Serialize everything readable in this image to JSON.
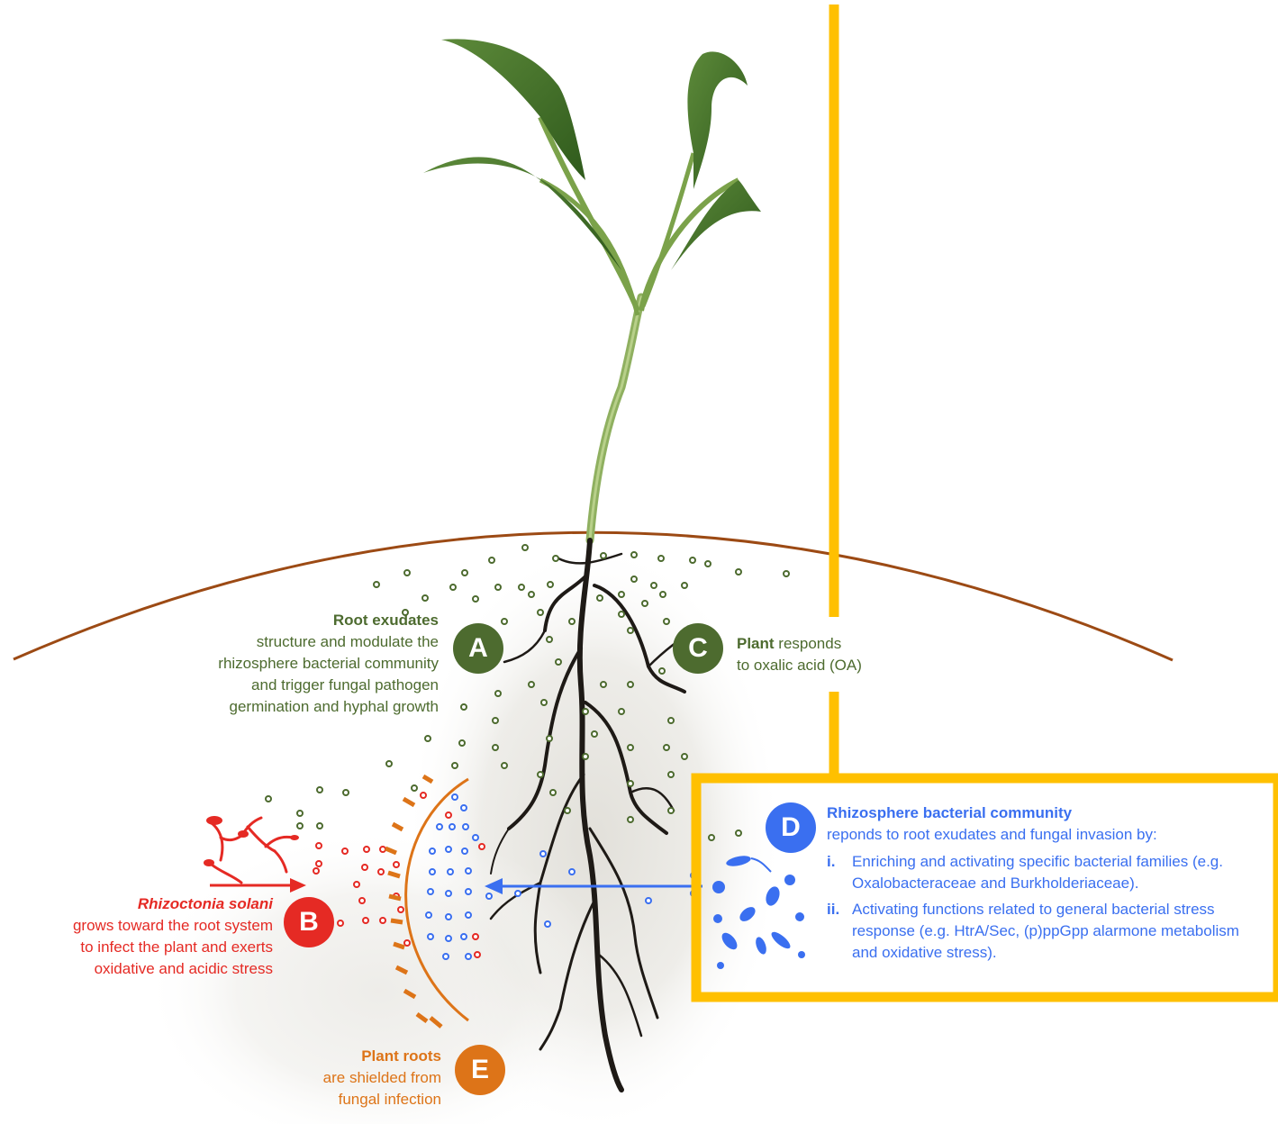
{
  "colors": {
    "root_exudate_green": "#4d6b2f",
    "pathogen_red": "#e52a24",
    "shield_orange": "#dd7418",
    "bacteria_blue": "#3a6ff0",
    "highlight_yellow": "#ffc000",
    "soil_line_brown": "#9c4a14"
  },
  "icons": [
    "plant-seedling-icon",
    "root-system-icon",
    "hyphae-icon",
    "bacteria-icon"
  ],
  "A": {
    "badge": "A",
    "title": "Root exudates",
    "lines": [
      "structure and modulate the",
      "rhizosphere bacterial community",
      "and trigger fungal pathogen",
      "germination and hyphal growth"
    ]
  },
  "B": {
    "badge": "B",
    "title": "Rhizoctonia solani",
    "lines": [
      "grows toward the root system",
      "to infect the plant and exerts",
      "oxidative  and acidic stress"
    ]
  },
  "C": {
    "badge": "C",
    "title": "Plant",
    "title_rest": " responds",
    "line2": "to oxalic acid (OA)"
  },
  "D": {
    "badge": "D",
    "title": "Rhizosphere bacterial community",
    "subtitle": "reponds to root exudates  and fungal invasion by:",
    "items": [
      {
        "num": "i.",
        "text": "Enriching and activating  specific bacterial families (e.g. Oxalobacteraceae  and Burkholderiaceae)."
      },
      {
        "num": "ii.",
        "text": "Activating functions related to general bacterial stress response (e.g. HtrA/Sec, (p)ppGpp alarmone metabolism  and oxidative  stress)."
      }
    ]
  },
  "E": {
    "badge": "E",
    "title": "Plant roots",
    "lines": [
      "are shielded from",
      "fungal infection"
    ]
  }
}
